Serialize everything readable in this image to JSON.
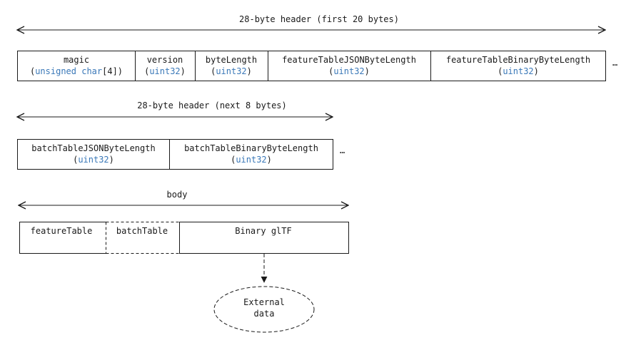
{
  "header1": {
    "title": "28-byte header (first 20 bytes)",
    "fields": [
      {
        "name": "magic",
        "type": "unsigned char",
        "type_suffix": "[4])"
      },
      {
        "name": "version",
        "type": "uint32",
        "type_suffix": ")"
      },
      {
        "name": "byteLength",
        "type": "uint32",
        "type_suffix": ")"
      },
      {
        "name": "featureTableJSONByteLength",
        "type": "uint32",
        "type_suffix": ")"
      },
      {
        "name": "featureTableBinaryByteLength",
        "type": "uint32",
        "type_suffix": ")"
      }
    ],
    "continuation": "…"
  },
  "header2": {
    "title": "28-byte header (next 8 bytes)",
    "fields": [
      {
        "name": "batchTableJSONByteLength",
        "type": "uint32",
        "type_suffix": ")"
      },
      {
        "name": "batchTableBinaryByteLength",
        "type": "uint32",
        "type_suffix": ")"
      }
    ],
    "continuation": "…"
  },
  "body": {
    "title": "body",
    "sections": [
      "featureTable",
      "batchTable",
      "Binary glTF"
    ]
  },
  "external": {
    "line1": "External",
    "line2": "data"
  },
  "colors": {
    "text": "#1a1a1a",
    "type_text": "#3a78b8",
    "stroke": "#1a1a1a"
  }
}
